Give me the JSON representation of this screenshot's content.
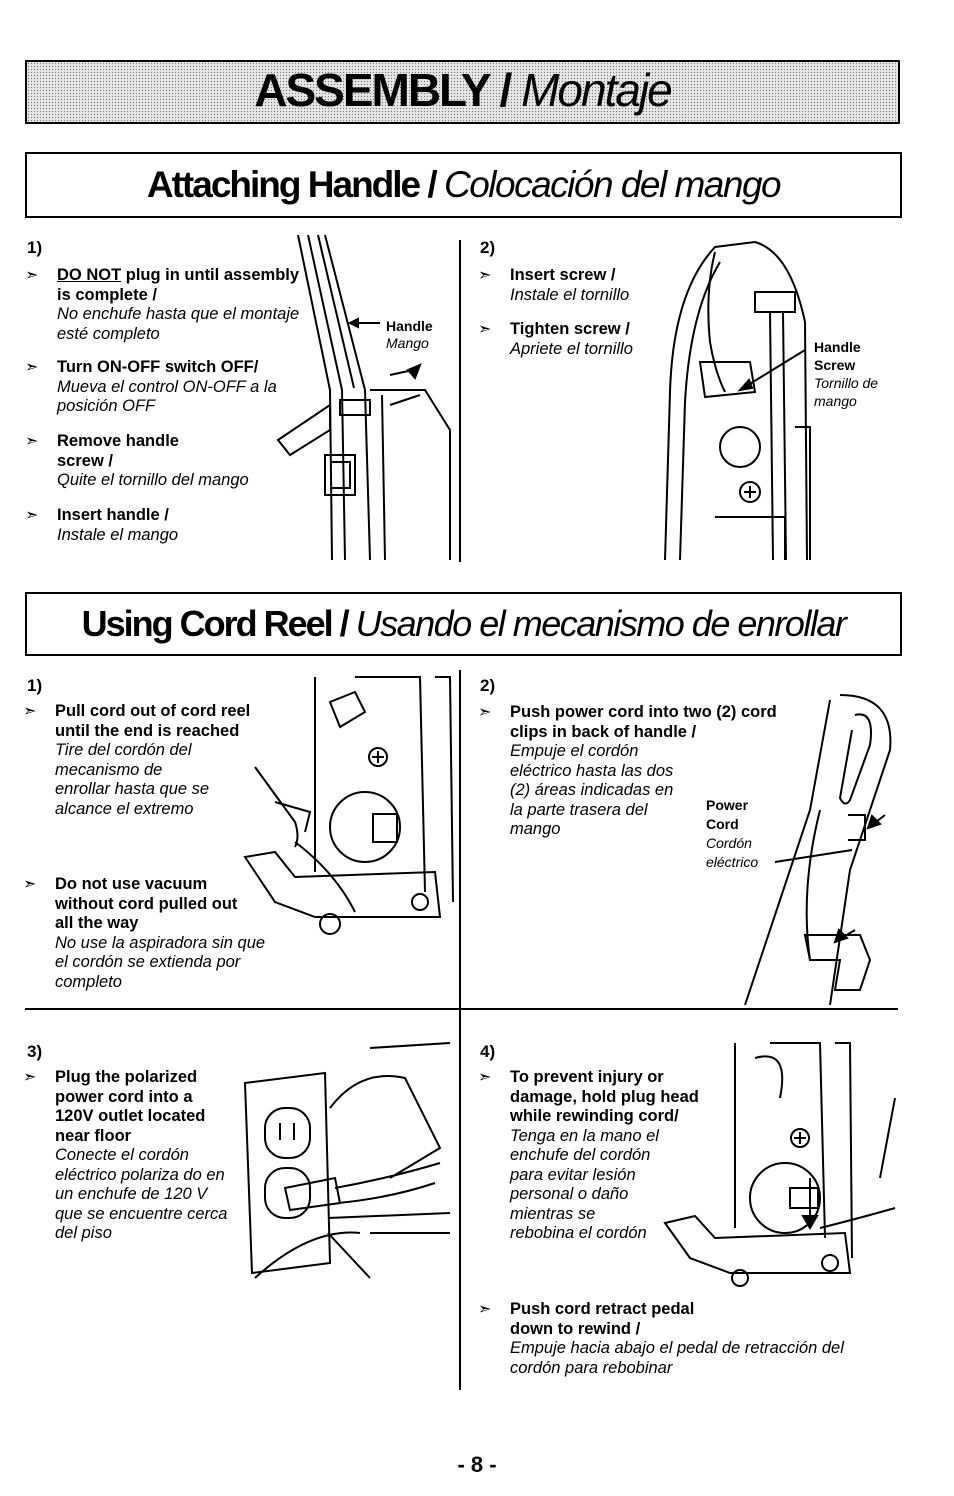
{
  "banner": {
    "title_en": "ASSEMBLY",
    "sep": " / ",
    "title_es": "Montaje"
  },
  "section1": {
    "title_en": "Attaching Handle",
    "sep": " / ",
    "title_es": "Colocación del mango",
    "step1": {
      "num": "1)",
      "items": [
        {
          "en_u": "DO NOT",
          "en": " plug in until assembly is complete /",
          "es": "No enchufe hasta que el montaje esté completo"
        },
        {
          "en": "Turn ON-OFF switch OFF/",
          "es": "Mueva el control ON-OFF a la posición OFF"
        },
        {
          "en": "Remove handle screw /",
          "es": "Quite el tornillo del mango"
        },
        {
          "en": "Insert handle /",
          "es": "Instale el mango"
        }
      ],
      "label": {
        "en": "Handle",
        "es": "Mango"
      }
    },
    "step2": {
      "num": "2)",
      "items": [
        {
          "en": "Insert screw /",
          "es": "Instale el tornillo"
        },
        {
          "en": "Tighten screw /",
          "es": "Apriete el tornillo"
        }
      ],
      "label": {
        "en1": "Handle",
        "en2": "Screw",
        "es1": "Tornillo de",
        "es2": "mango"
      }
    }
  },
  "section2": {
    "title_en": "Using Cord Reel",
    "sep": " / ",
    "title_es": "Usando el mecanismo de enrollar",
    "step1": {
      "num": "1)",
      "items": [
        {
          "en": "Pull cord out of cord reel until the end is reached",
          "es": "Tire del cordón del mecanismo de enrollar hasta que se alcance el extremo"
        },
        {
          "en": "Do not use vacuum without cord pulled out all the way",
          "es": "No use la aspiradora sin que el cordón se extienda por completo"
        }
      ]
    },
    "step2": {
      "num": "2)",
      "items": [
        {
          "en": "Push power cord into two (2) cord clips in back of handle /",
          "es": "Empuje el cordón eléctrico hasta las dos (2) áreas indicadas en la parte trasera del mango"
        }
      ],
      "label": {
        "en1": "Power",
        "en2": "Cord",
        "es1": "Cordón",
        "es2": "eléctrico"
      }
    },
    "step3": {
      "num": "3)",
      "items": [
        {
          "en": "Plug the polarized power cord into a 120V outlet located near floor",
          "es": "Conecte el cordón eléctrico polariza do en un enchufe de 120 V que se encuentre cerca del piso"
        }
      ]
    },
    "step4": {
      "num": "4)",
      "items": [
        {
          "en": "To prevent injury or damage, hold plug head while rewinding cord/",
          "es": "Tenga en la mano el enchufe del cordón para evitar lesión personal o daño mientras se rebobina el cordón"
        },
        {
          "en": "Push cord retract pedal down to rewind /",
          "es": "Empuje hacia abajo el pedal de retracción del cordón para rebobinar"
        }
      ]
    }
  },
  "footer": {
    "page": "- 8 -"
  },
  "icons": {
    "bullet": "arrowhead-bullet-icon"
  }
}
